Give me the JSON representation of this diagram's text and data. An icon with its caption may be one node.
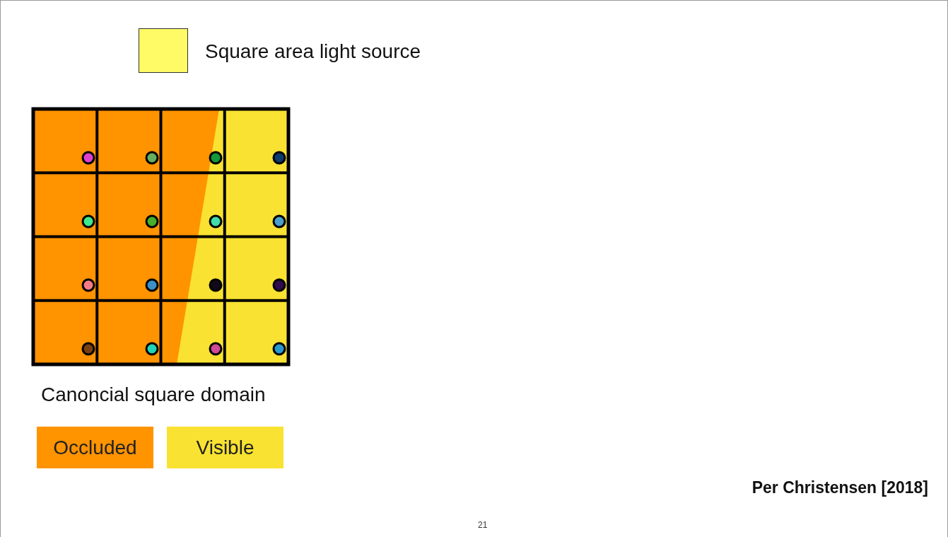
{
  "diagram": {
    "labels": [
      "Canoncial square domain",
      "Per Christensen [2018]",
      "21"
    ],
    "legend": [
      {
        "text": "Square area light source",
        "color": "#fffb66"
      },
      {
        "text": "Occluded",
        "color": "#ff9300"
      },
      {
        "text": "Visible",
        "color": "#f9e231"
      }
    ]
  }
}
